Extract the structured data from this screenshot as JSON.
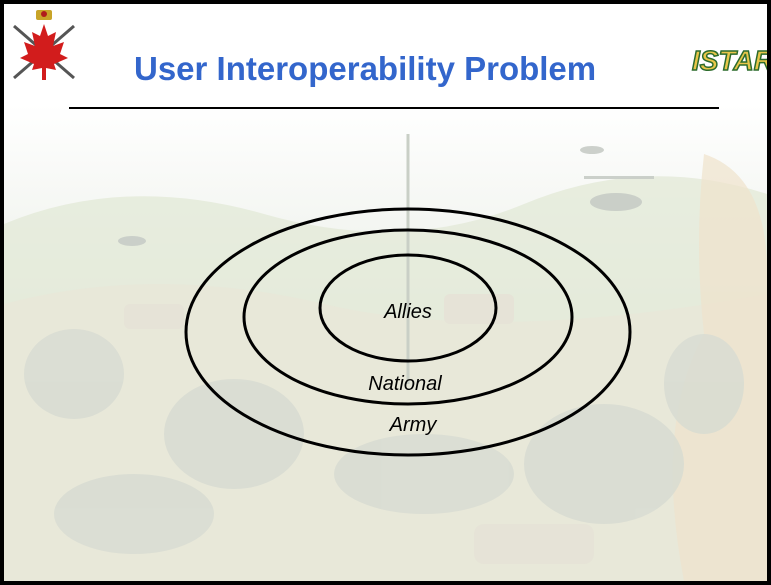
{
  "slide": {
    "title": "User Interoperability Problem",
    "logo_text": "ISTAR",
    "crest_icon": "maple-leaf-crest-icon",
    "accent_color": "#3366cc",
    "logo_color": "#c8a428"
  },
  "diagram": {
    "rings": [
      {
        "label": "Allies"
      },
      {
        "label": "National"
      },
      {
        "label": "Army"
      }
    ]
  }
}
